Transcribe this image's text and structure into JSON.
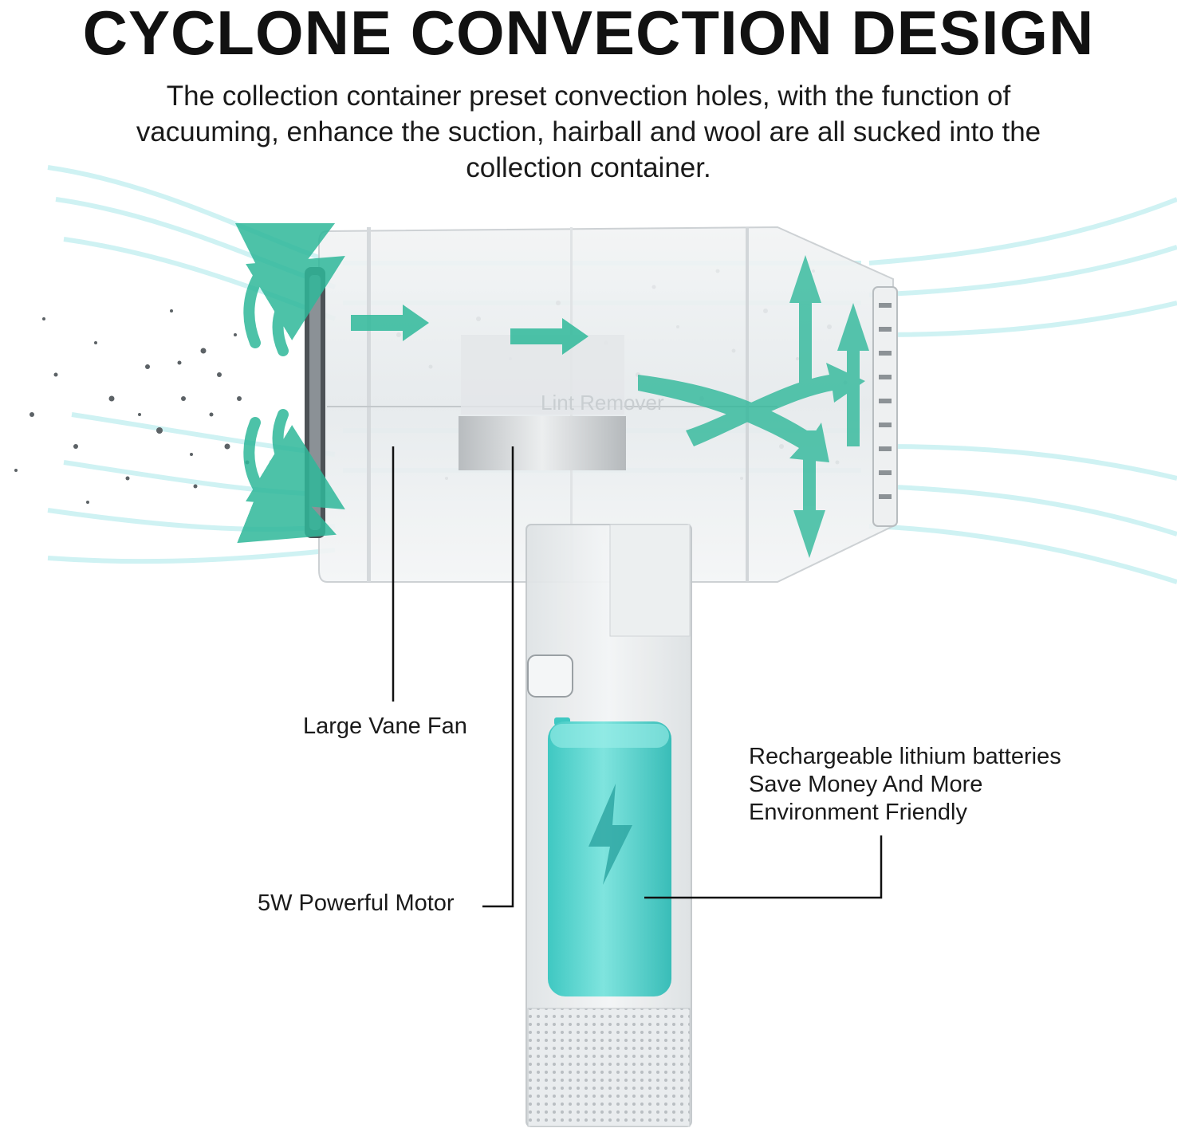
{
  "heading": "CYCLONE CONVECTION DESIGN",
  "description": "The collection container preset convection holes, with the function of vacuuming, enhance the suction, hairball and wool are all sucked into the collection container.",
  "product_label": "Lint Remover",
  "callouts": {
    "fan": "Large Vane Fan",
    "motor": "5W Powerful Motor",
    "battery": [
      "Rechargeable lithium batteries",
      "Save Money And More",
      "Environment Friendly"
    ]
  },
  "colors": {
    "accent_teal": "#2fb89a",
    "battery_teal": "#4fd6d0",
    "airflow": "#bfeef0"
  },
  "icons": [
    "lightning-bolt-icon",
    "airflow-arrow-icon"
  ]
}
